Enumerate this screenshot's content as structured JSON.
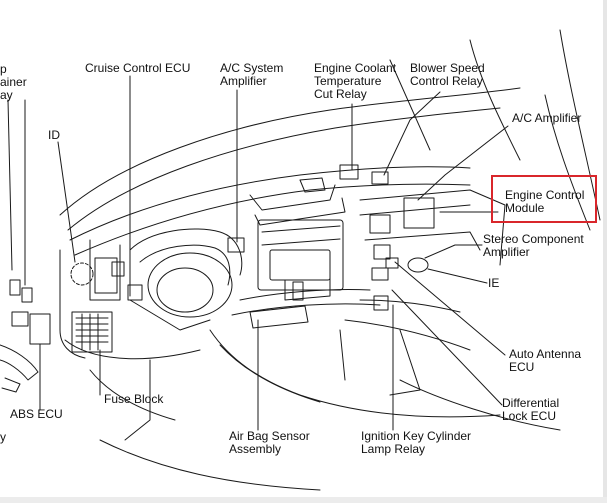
{
  "labels": {
    "left_top_1": "p",
    "left_top_2": "ainer",
    "left_top_3": "ay",
    "cruise_control_ecu": "Cruise Control ECU",
    "ac_system_amp_1": "A/C System",
    "ac_system_amp_2": "Amplifier",
    "engine_coolant_1": "Engine Coolant",
    "engine_coolant_2": "Temperature",
    "engine_coolant_3": "Cut Relay",
    "blower_speed_1": "Blower Speed",
    "blower_speed_2": "Control Relay",
    "ac_amplifier": "A/C Amplifier",
    "engine_control_1": "Engine Control",
    "engine_control_2": "Module",
    "stereo_1": "Stereo Component",
    "stereo_2": "Amplifier",
    "id": "ID",
    "ie": "IE",
    "auto_antenna_1": "Auto Antenna",
    "auto_antenna_2": "ECU",
    "differential_1": "Differential",
    "differential_2": "Lock ECU",
    "fuse_block": "Fuse Block",
    "abs_ecu": "ABS ECU",
    "left_bottom": "y",
    "air_bag_1": "Air Bag Sensor",
    "air_bag_2": "Assembly",
    "ignition_1": "Ignition Key Cylinder",
    "ignition_2": "Lamp Relay"
  },
  "colors": {
    "line": "#1a1a1a",
    "highlight": "#d9262b"
  }
}
